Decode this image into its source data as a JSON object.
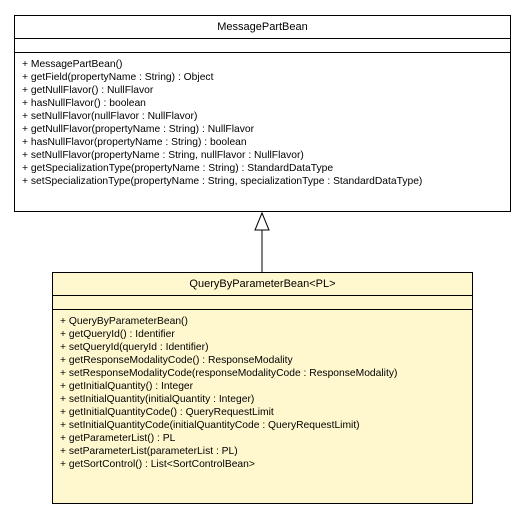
{
  "parent_class": {
    "name": "MessagePartBean",
    "operations": [
      "+ MessagePartBean()",
      "+ getField(propertyName : String) : Object",
      "+ getNullFlavor() : NullFlavor",
      "+ hasNullFlavor() : boolean",
      "+ setNullFlavor(nullFlavor : NullFlavor)",
      "+ getNullFlavor(propertyName : String) : NullFlavor",
      "+ hasNullFlavor(propertyName : String) : boolean",
      "+ setNullFlavor(propertyName : String, nullFlavor : NullFlavor)",
      "+ getSpecializationType(propertyName : String) : StandardDataType",
      "+ setSpecializationType(propertyName : String, specializationType : StandardDataType)"
    ]
  },
  "child_class": {
    "name": "QueryByParameterBean<PL>",
    "operations": [
      "+ QueryByParameterBean()",
      "+ getQueryId() : Identifier",
      "+ setQueryId(queryId : Identifier)",
      "+ getResponseModalityCode() : ResponseModality",
      "+ setResponseModalityCode(responseModalityCode : ResponseModality)",
      "+ getInitialQuantity() : Integer",
      "+ setInitialQuantity(initialQuantity : Integer)",
      "+ getInitialQuantityCode() : QueryRequestLimit",
      "+ setInitialQuantityCode(initialQuantityCode : QueryRequestLimit)",
      "+ getParameterList() : PL",
      "+ setParameterList(parameterList : PL)",
      "+ getSortControl() : List<SortControlBean>"
    ]
  },
  "colors": {
    "parent_fill": "#ffffff",
    "child_fill": "#fff8cf",
    "line": "#000000"
  }
}
